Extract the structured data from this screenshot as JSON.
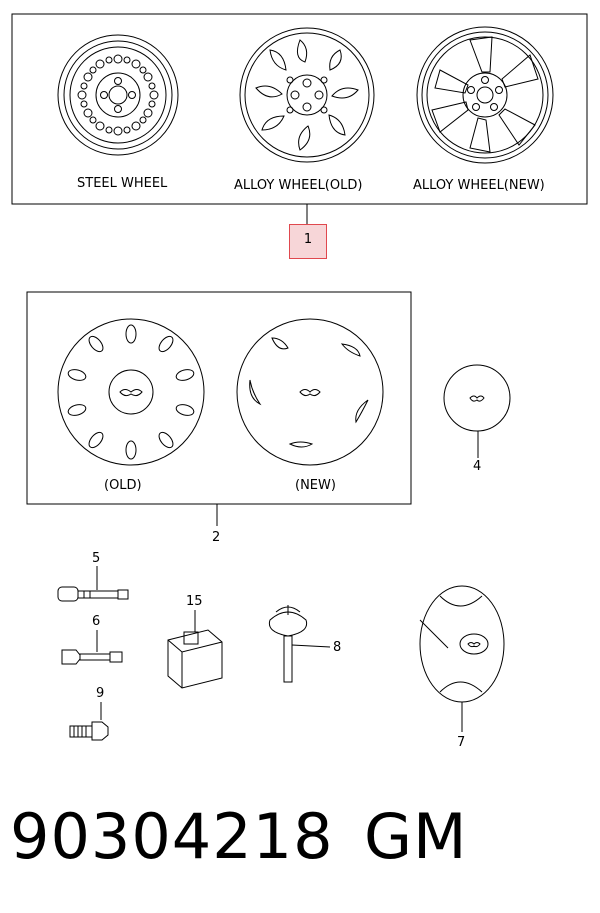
{
  "top_group": {
    "labels": {
      "steel": "STEEL WHEEL",
      "alloy_old": "ALLOY WHEEL(OLD)",
      "alloy_new": "ALLOY WHEEL(NEW)"
    },
    "callout": "1"
  },
  "cover_group": {
    "labels": {
      "old": "(OLD)",
      "new": "(NEW)"
    },
    "callout": "2"
  },
  "parts": {
    "p4": "4",
    "p5": "5",
    "p6": "6",
    "p7": "7",
    "p8": "8",
    "p9": "9",
    "p15": "15"
  },
  "footer": {
    "part_number": "90304218",
    "brand": "GM"
  },
  "colors": {
    "highlight_border": "#e0484e",
    "highlight_fill": "#f7d6d8"
  }
}
